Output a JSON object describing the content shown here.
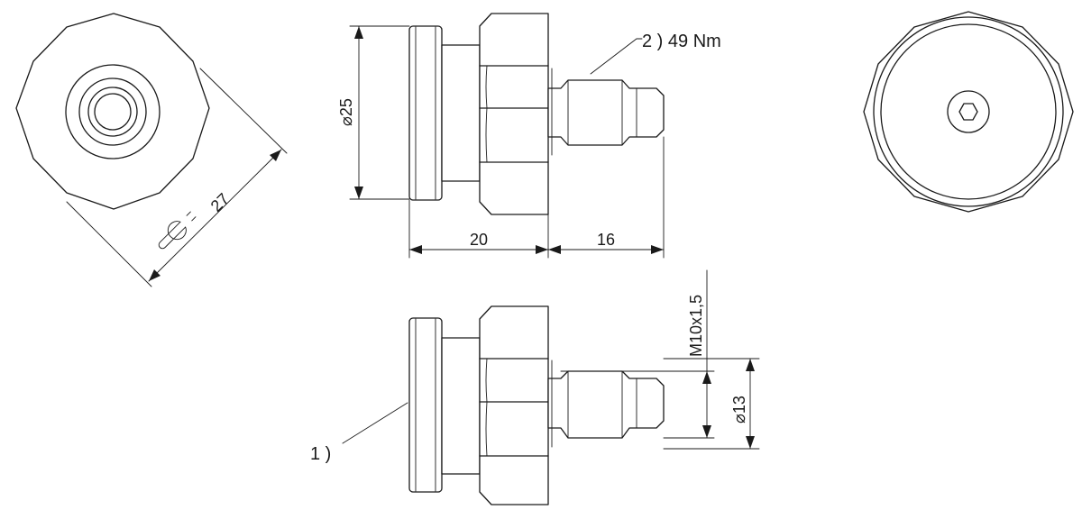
{
  "callouts": {
    "torque": "2 ) 49 Nm",
    "seal": "1 )"
  },
  "dimensions": {
    "diameter_body": "25",
    "length_body": "20",
    "length_thread": "16",
    "wrench_size": "27",
    "thread_spec": "M10x1,5",
    "diameter_seal": "13"
  },
  "symbols": {
    "diameter": "⌀"
  }
}
